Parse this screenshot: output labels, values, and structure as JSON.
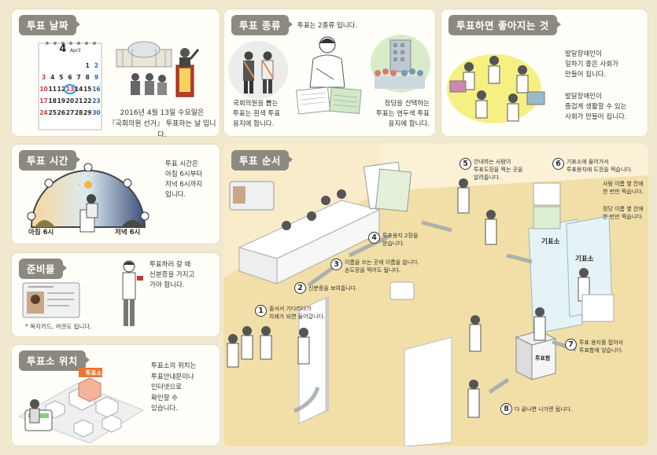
{
  "date_panel": {
    "title": "투표 날짜",
    "calendar_month": "4",
    "calendar_month_sub": "April",
    "calendar_rows": [
      [
        "",
        "",
        "",
        "",
        "",
        "1",
        "2"
      ],
      [
        "3",
        "4",
        "5",
        "6",
        "7",
        "8",
        "9"
      ],
      [
        "10",
        "11",
        "12",
        "13",
        "14",
        "15",
        "16"
      ],
      [
        "17",
        "18",
        "19",
        "20",
        "21",
        "22",
        "23"
      ],
      [
        "24",
        "25",
        "26",
        "27",
        "28",
        "29",
        "30"
      ]
    ],
    "line1": "2016년 4월 13일 수요일은",
    "line2": "『국회의원 선거』 투표하는 날 입니다."
  },
  "types_panel": {
    "title": "투표 종류",
    "top_text": "투표는 2종류 입니다.",
    "left_text": [
      "국회의원을 뽑는",
      "투표는 흰색 투표",
      "용지에 합니다."
    ],
    "right_text": [
      "정당을 선택하는",
      "투표는 연두색 투표",
      "용지에 합니다."
    ]
  },
  "benefit_panel": {
    "title": "투표하면 좋아지는 것",
    "text1": [
      "발달장애인이",
      "일하기 좋은 사회가",
      "만들어 집니다."
    ],
    "text2": [
      "발달장애인이",
      "즐겁게 생활할 수 있는",
      "사회가 만들어 집니다."
    ]
  },
  "time_panel": {
    "title": "투표 시간",
    "text": [
      "투표 시간은",
      "아침 6시부터",
      "저녁 6시까지",
      "입니다."
    ],
    "morning_label": "아침 6시",
    "evening_label": "저녁 6시"
  },
  "prep_panel": {
    "title": "준비물",
    "text": [
      "투표하러 갈 때",
      "신분증을 가지고",
      "가야 합니다."
    ],
    "footnote": "* 복지카드, 여권도 됩니다."
  },
  "location_panel": {
    "title": "투표소 위치",
    "sign": "투표소",
    "text": [
      "투표소의 위치는",
      "투표안내문이나",
      "인터넷으로",
      "확인할 수",
      "있습니다."
    ]
  },
  "order_panel": {
    "title": "투표 순서",
    "booth_label": "기표소",
    "box_label": "투표함",
    "steps": [
      {
        "n": "1",
        "lines": [
          "줄서서 기다리다가",
          "차례가 되면 들어갑니다."
        ]
      },
      {
        "n": "2",
        "lines": [
          "신분증을 보여줍니다."
        ]
      },
      {
        "n": "3",
        "lines": [
          "이름을 쓰는 곳에 이름을 씁니다.",
          "손도장을 찍어도 됩니다."
        ]
      },
      {
        "n": "4",
        "lines": [
          "투표용지 2장을",
          "받습니다."
        ]
      },
      {
        "n": "5",
        "lines": [
          "안내하는 사람이",
          "투표도장을 찍는 곳을",
          "알려줍니다."
        ]
      },
      {
        "n": "6",
        "lines": [
          "기표소에 들어가서",
          "투표용지에 도장을 찍습니다."
        ]
      },
      {
        "n": "7",
        "lines": [
          "투표 용지를 접어서",
          "투표함에 넣습니다."
        ]
      },
      {
        "n": "8",
        "lines": [
          "다 끝나면 나가면 됩니다."
        ]
      }
    ],
    "ballot_white_note": [
      "사람 이름 옆 칸에",
      "한 번만 찍습니다."
    ],
    "ballot_green_note": [
      "정당 이름 옆 칸에",
      "한 번만 찍습니다."
    ]
  }
}
